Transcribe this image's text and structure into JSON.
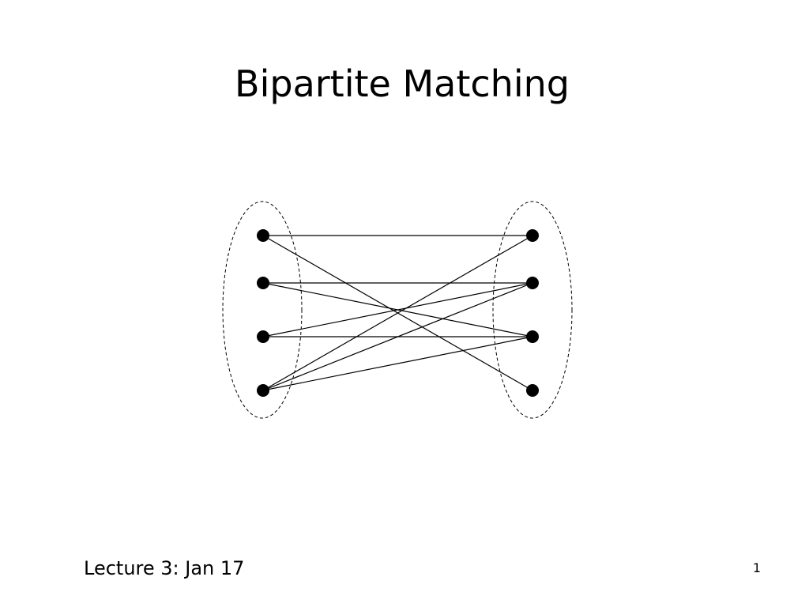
{
  "slide": {
    "title": "Bipartite Matching",
    "footer": "Lecture 3: Jan 17",
    "page_number": "1"
  },
  "graph": {
    "left_count": 4,
    "right_count": 4,
    "edges": [
      [
        0,
        0
      ],
      [
        0,
        3
      ],
      [
        1,
        1
      ],
      [
        1,
        2
      ],
      [
        2,
        1
      ],
      [
        2,
        2
      ],
      [
        3,
        0
      ],
      [
        3,
        1
      ],
      [
        3,
        2
      ]
    ]
  }
}
